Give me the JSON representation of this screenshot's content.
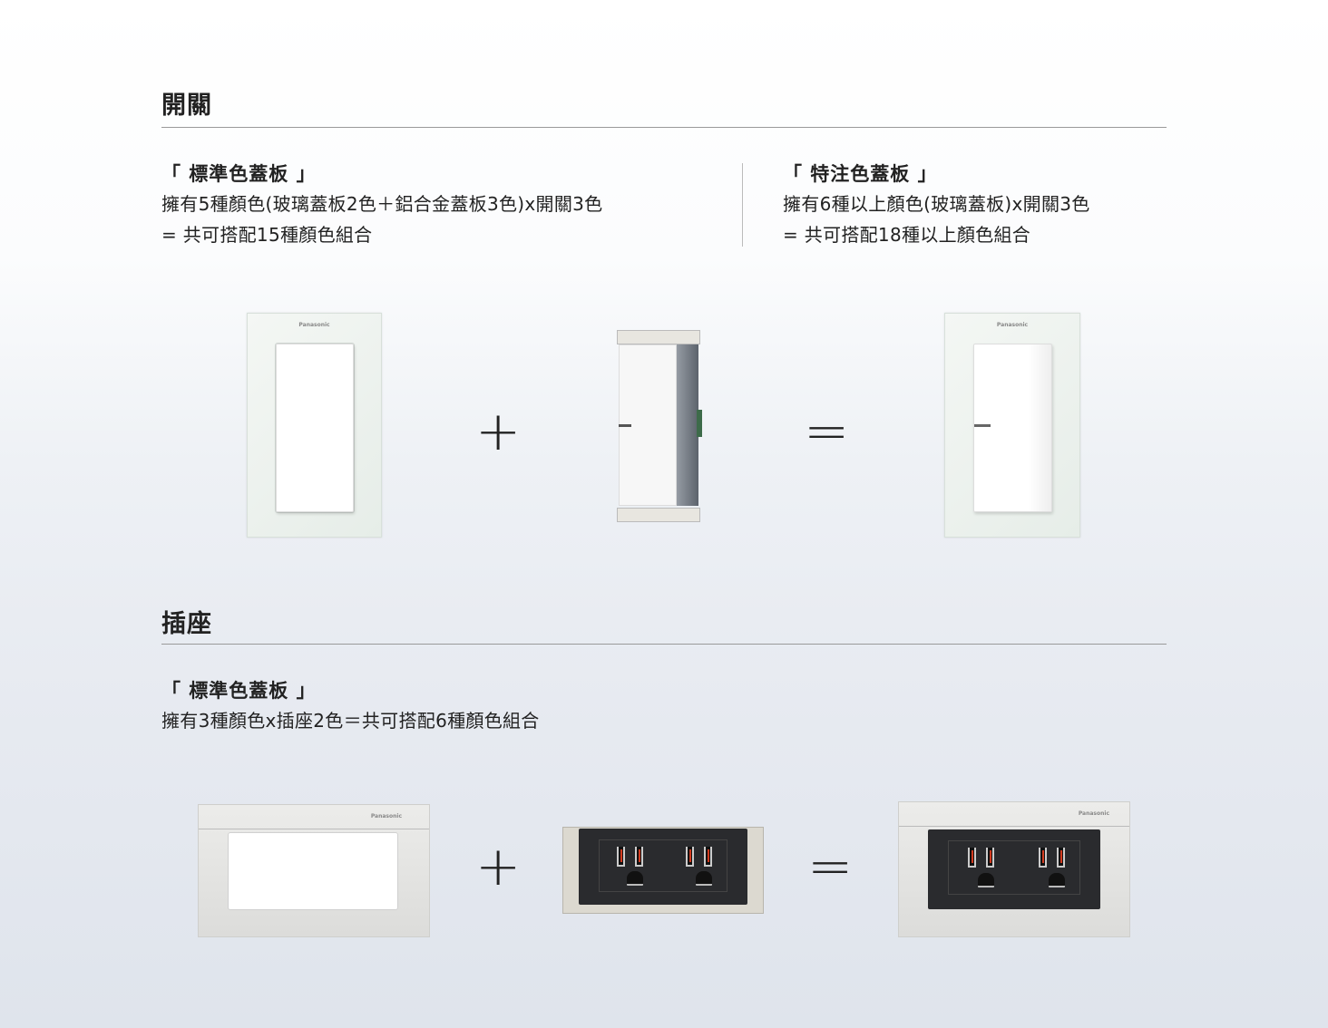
{
  "switch_section": {
    "title": "開關",
    "standard": {
      "heading": "「 標準色蓋板 」",
      "line1": "擁有5種顏色(玻璃蓋板2色＋鋁合金蓋板3色)x開關3色",
      "line2": "= 共可搭配15種顏色組合"
    },
    "special": {
      "heading": "「 特注色蓋板 」",
      "line1": "擁有6種以上顏色(玻璃蓋板)x開關3色",
      "line2": "= 共可搭配18種以上顏色組合"
    },
    "plus": "+",
    "equals": "="
  },
  "outlet_section": {
    "title": "插座",
    "standard": {
      "heading": "「 標準色蓋板 」",
      "line1": "擁有3種顏色x插座2色＝共可搭配6種顏色組合"
    },
    "plus": "+",
    "equals": "="
  },
  "brand_logo": "Panasonic"
}
